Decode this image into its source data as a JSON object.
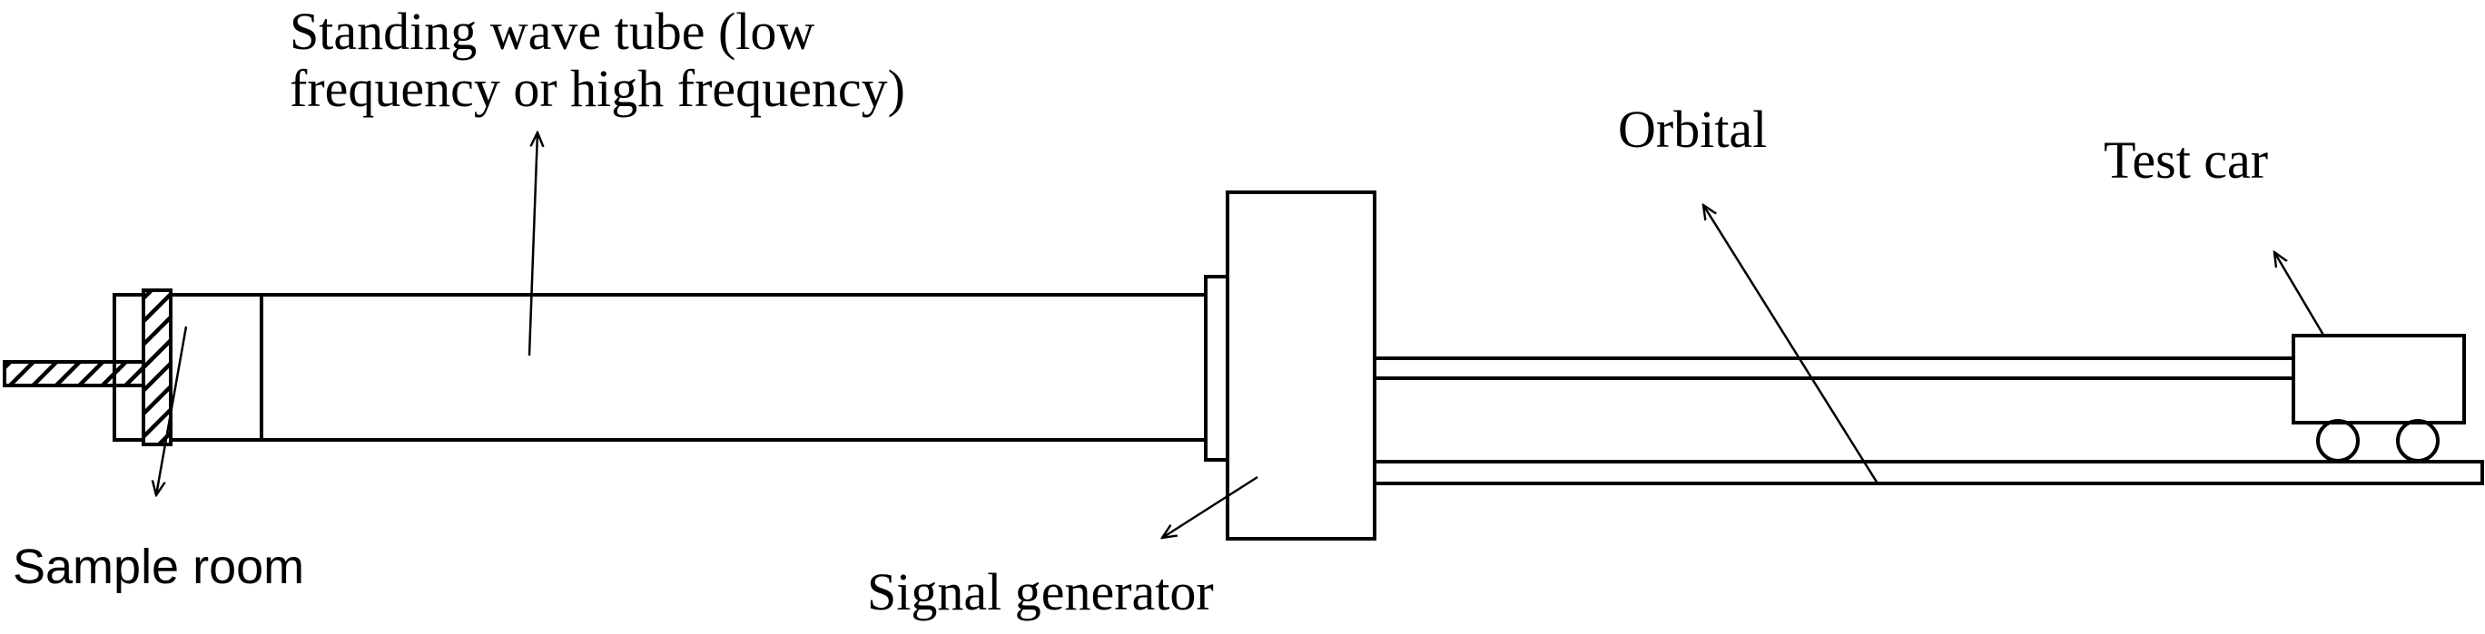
{
  "labels": {
    "standing_wave_tube_line1": "Standing wave tube (low",
    "standing_wave_tube_line2": "frequency or high frequency)",
    "orbital": "Orbital",
    "test_car": "Test car",
    "sample_room": "Sample room",
    "signal_generator": "Signal generator"
  },
  "colors": {
    "line": "#000000",
    "background": "#ffffff"
  }
}
